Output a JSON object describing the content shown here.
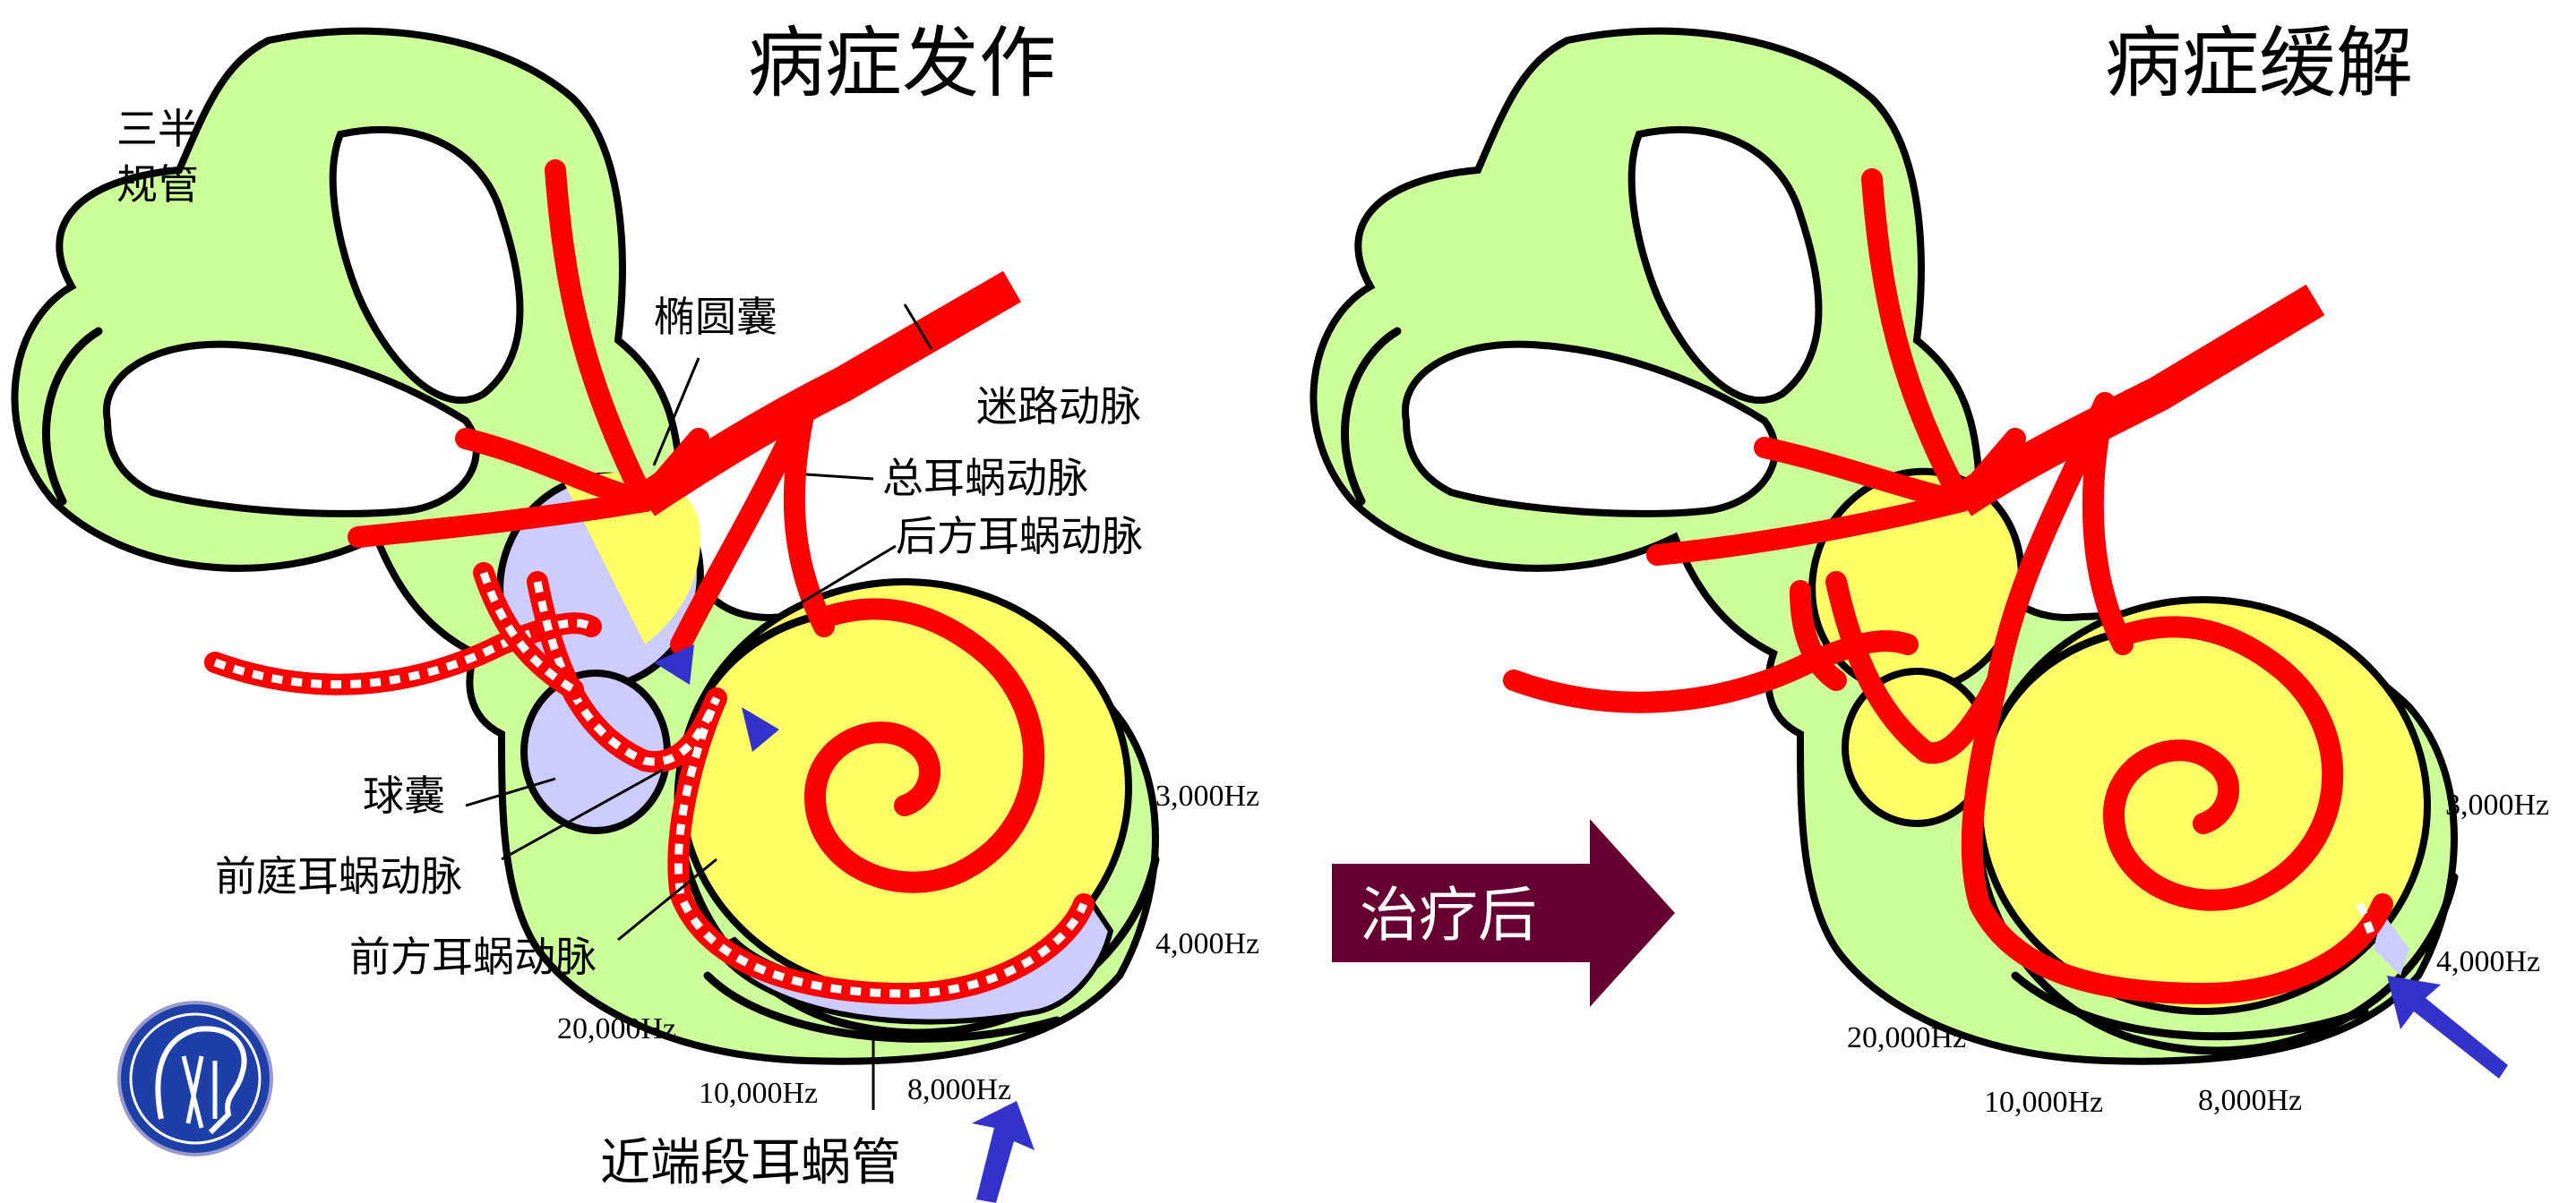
{
  "colors": {
    "tissue": "#ccff99",
    "cochlea": "#ffff66",
    "lavender": "#ccccff",
    "artery": "#ff0000",
    "arrow": "#3333cc",
    "button": "#660033"
  },
  "left_panel": {
    "title": "病症发作",
    "semicircular_canal": [
      "三半",
      "规管"
    ],
    "utricle": "椭圆囊",
    "labyrinthine_artery": "迷路动脉",
    "common_cochlear_artery": "总耳蜗动脉",
    "posterior_cochlear_artery": "后方耳蜗动脉",
    "saccule": "球囊",
    "vestibulocochlear_artery": "前庭耳蜗动脉",
    "anterior_cochlear_artery": "前方耳蜗动脉",
    "proximal_cochlea": "近端段耳蜗管",
    "freq_3000": "3,000Hz",
    "freq_4000": "4,000Hz",
    "freq_20000": "20,000Hz",
    "freq_10000": "10,000Hz",
    "freq_8000": "8,000Hz",
    "logo_icon": "head-profile-logo-icon"
  },
  "right_panel": {
    "title": "病症缓解",
    "freq_3000": "3,000Hz",
    "freq_4000": "4,000Hz",
    "freq_20000": "20,000Hz",
    "freq_10000": "10,000Hz",
    "freq_8000": "8,000Hz"
  },
  "transition_arrow": {
    "label": "治疗后"
  }
}
